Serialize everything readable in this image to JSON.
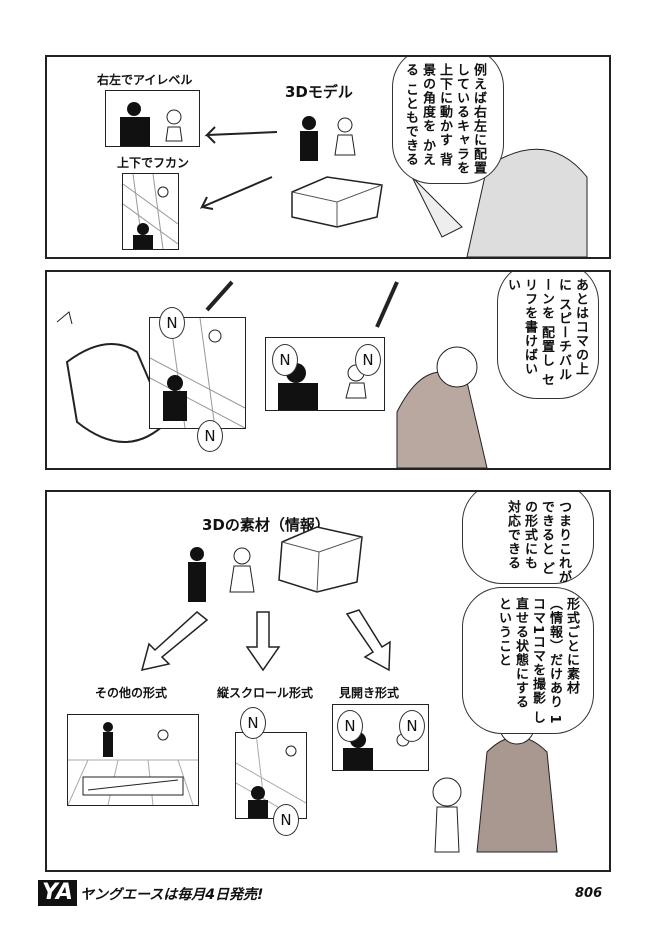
{
  "panel1": {
    "title": "3Dモデル",
    "label_eye_level": "右左でアイレベル",
    "label_high_angle": "上下でフカン",
    "speech": [
      "例えば右左に配置",
      "しているキャラを",
      "上下に動かす",
      "背景の角度を",
      "かえる",
      "こともできる"
    ]
  },
  "panel2": {
    "speech": [
      "あとはコマの上に",
      "スピーチバルーンを",
      "配置し",
      "セリフを書けばいい"
    ],
    "balloon_letter": "N"
  },
  "panel3": {
    "title": "3Dの素材（情報）",
    "formats": [
      "その他の形式",
      "縦スクロール形式",
      "見開き形式"
    ],
    "speech_top": [
      "つまりこれが",
      "できると",
      "どの形式にも",
      "対応できる"
    ],
    "speech_bottom": [
      "形式ごとに素材",
      "（情報）だけあり",
      "1コマ1コマを撮影",
      "し直せる状態にする",
      "ということ"
    ]
  },
  "footer": {
    "logo": "YA",
    "tagline": "ヤングエースは毎月4日発売!",
    "page_number": "806"
  }
}
